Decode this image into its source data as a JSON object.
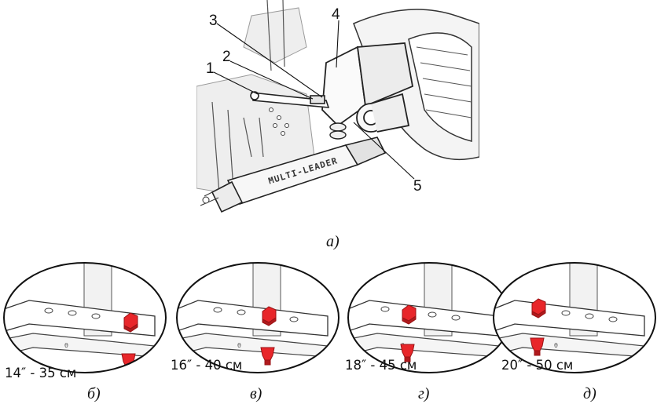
{
  "main_view": {
    "callouts": [
      "1",
      "2",
      "3",
      "4",
      "5"
    ],
    "brand_label": "MULTI-LEADER",
    "caption": "а)"
  },
  "details": [
    {
      "spacing": "14″ - 35 см",
      "caption": "б)"
    },
    {
      "spacing": "16″ - 40 см",
      "caption": "в)"
    },
    {
      "spacing": "18″ - 45 см",
      "caption": "г)"
    },
    {
      "spacing": "20″ - 50 см",
      "caption": "д)"
    }
  ],
  "colors": {
    "bolt": "#e8262a",
    "bolt_dark": "#b01a1d",
    "line": "#2a2a2a",
    "shade": "#d9d9d9"
  }
}
